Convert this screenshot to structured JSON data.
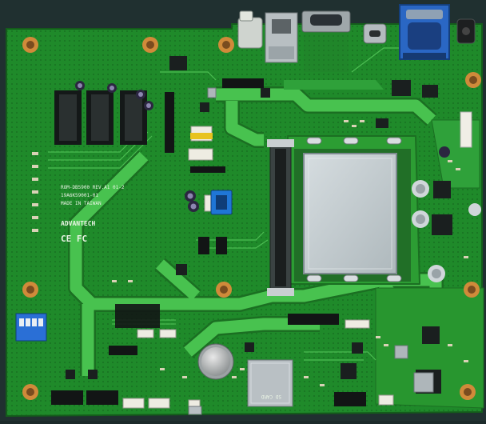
{
  "board": {
    "vendor_logo": "ADVANTECH",
    "model_line": "ROM-DB5900   REV.A1 01-2",
    "part_number": "19A6K59001-01",
    "origin": "MADE IN TAIWAN",
    "cert_marks": "CE  FC",
    "sd_label": "SD CARD"
  },
  "palette": {
    "pcb": "#1f8a2a",
    "pcb_light": "#2fa13a",
    "trace": "#44c04c",
    "trace_edge": "#1b6f22",
    "copper": "#c9a24a",
    "mount_ring": "#d08a3a",
    "silver": "#c2c8cc",
    "chip": "#1a1f1f",
    "blue_part": "#1e6fc9",
    "socket": "#c7d0d4"
  },
  "components": {
    "connector_count_rear": 5,
    "mounting_holes": 9
  }
}
